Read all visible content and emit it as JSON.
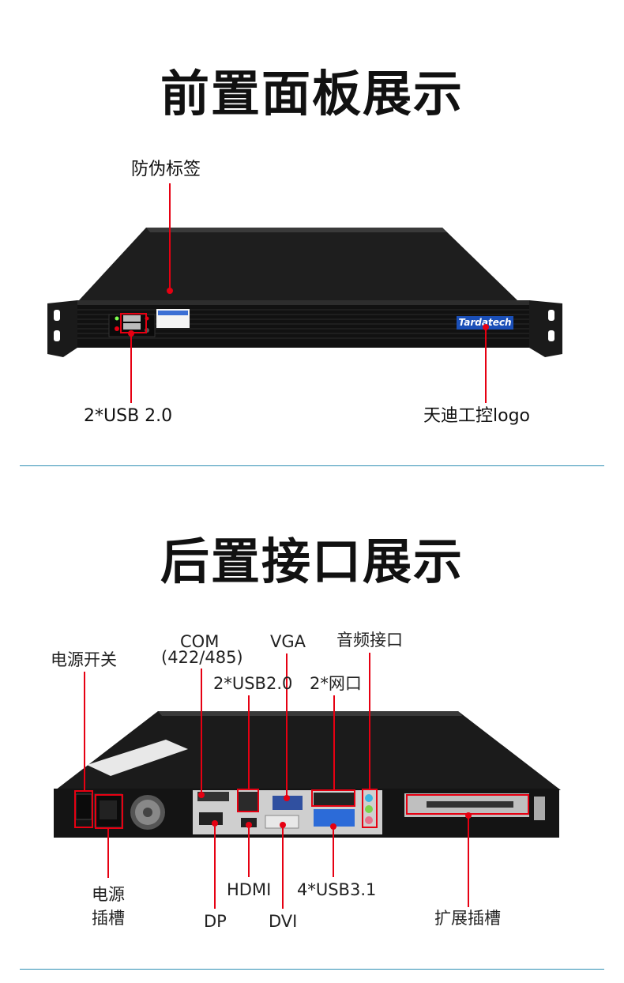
{
  "front": {
    "title": "前置面板展示",
    "labels": {
      "anti_counterfeit": "防伪标签",
      "usb": "2*USB 2.0",
      "logo": "天迪工控logo"
    },
    "brand_text": "Tardatech"
  },
  "rear": {
    "title": "后置接口展示",
    "labels": {
      "power_switch": "电源开关",
      "com_line1": "COM",
      "com_line2": "(422/485)",
      "vga": "VGA",
      "audio": "音频接口",
      "usb20": "2*USB2.0",
      "lan": "2*网口",
      "power_socket_line1": "电源",
      "power_socket_line2": "插槽",
      "dp": "DP",
      "hdmi": "HDMI",
      "dvi": "DVI",
      "usb31": "4*USB3.1",
      "expansion": "扩展插槽"
    }
  },
  "colors": {
    "accent": "#e60012",
    "divider": "#2f8fb3",
    "chassis": "#1c1c1c"
  }
}
